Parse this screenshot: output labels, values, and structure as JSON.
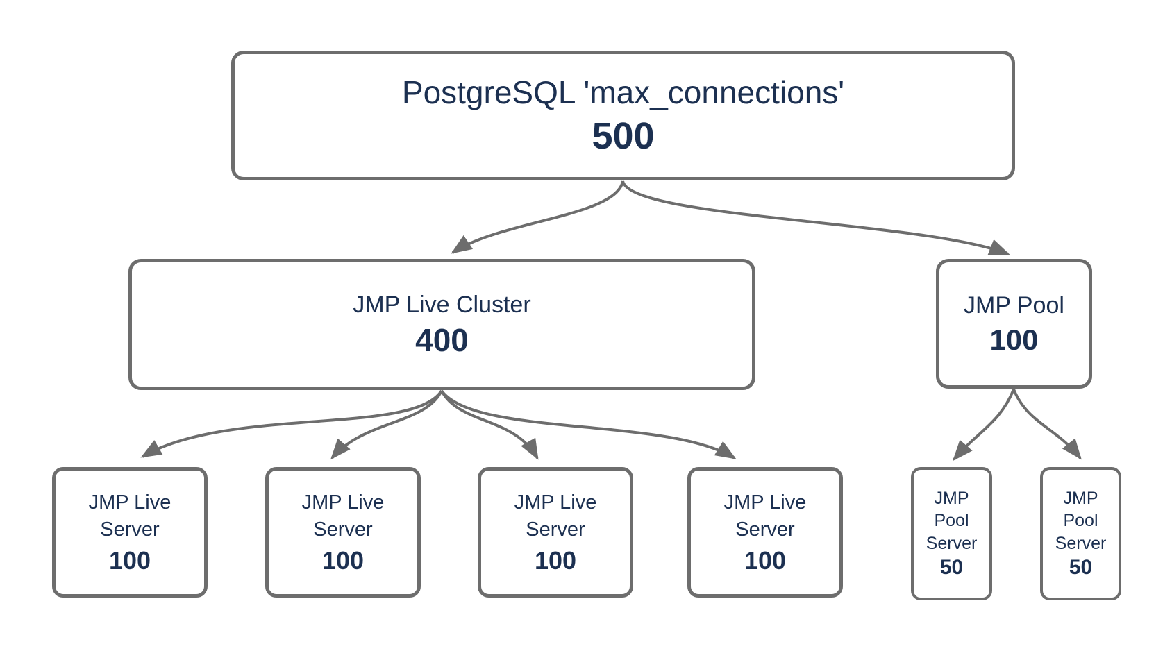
{
  "colors": {
    "text_navy": "#1c3051",
    "line_gray": "#6d6d6d",
    "background": "#ffffff"
  },
  "nodes": {
    "root": {
      "label": "PostgreSQL 'max_connections'",
      "value": "500"
    },
    "cluster": {
      "label": "JMP Live Cluster",
      "value": "400"
    },
    "pool": {
      "label": "JMP Pool",
      "value": "100"
    },
    "live_servers": [
      {
        "label": "JMP Live Server",
        "value": "100"
      },
      {
        "label": "JMP Live Server",
        "value": "100"
      },
      {
        "label": "JMP Live Server",
        "value": "100"
      },
      {
        "label": "JMP Live Server",
        "value": "100"
      }
    ],
    "pool_servers": [
      {
        "label": "JMP Pool Server",
        "value": "50"
      },
      {
        "label": "JMP Pool Server",
        "value": "50"
      }
    ]
  },
  "edges": [
    {
      "from": "postgresql-max-connections",
      "to": "jmp-live-cluster"
    },
    {
      "from": "postgresql-max-connections",
      "to": "jmp-pool"
    },
    {
      "from": "jmp-live-cluster",
      "to": "jmp-live-server-1"
    },
    {
      "from": "jmp-live-cluster",
      "to": "jmp-live-server-2"
    },
    {
      "from": "jmp-live-cluster",
      "to": "jmp-live-server-3"
    },
    {
      "from": "jmp-live-cluster",
      "to": "jmp-live-server-4"
    },
    {
      "from": "jmp-pool",
      "to": "jmp-pool-server-1"
    },
    {
      "from": "jmp-pool",
      "to": "jmp-pool-server-2"
    }
  ]
}
